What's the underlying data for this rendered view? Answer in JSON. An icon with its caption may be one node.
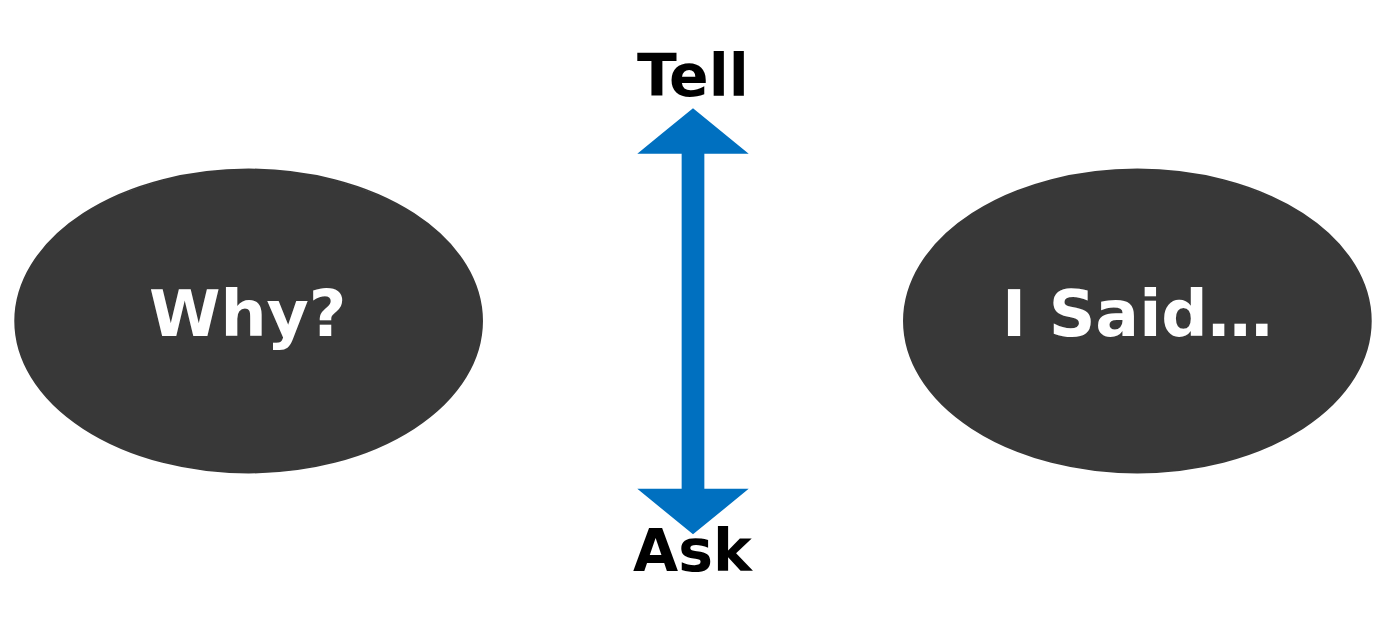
{
  "diagram": {
    "nodes": [
      {
        "text": [
          "Why?"
        ]
      },
      {
        "text": [
          "I Said…"
        ]
      },
      {
        "text": [
          "Tell"
        ]
      },
      {
        "text": [
          "Ask"
        ]
      }
    ],
    "edges": [
      {
        "from": 2,
        "to": 3,
        "arrow": "both",
        "color": "#0070c0"
      }
    ]
  }
}
